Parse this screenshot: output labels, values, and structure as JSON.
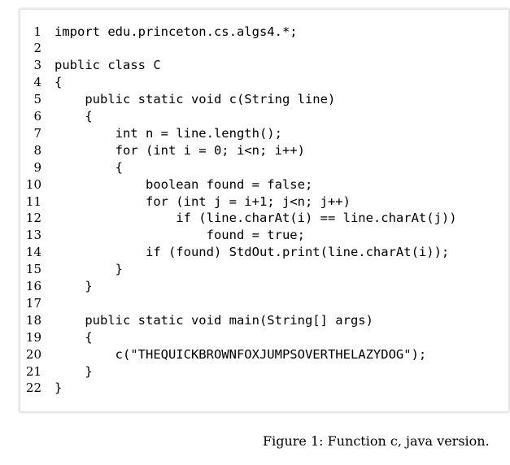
{
  "code": {
    "lines": [
      {
        "number": "1",
        "text": "import edu.princeton.cs.algs4.*;"
      },
      {
        "number": "2",
        "text": ""
      },
      {
        "number": "3",
        "text": "public class C"
      },
      {
        "number": "4",
        "text": "{"
      },
      {
        "number": "5",
        "text": "    public static void c(String line)"
      },
      {
        "number": "6",
        "text": "    {"
      },
      {
        "number": "7",
        "text": "        int n = line.length();"
      },
      {
        "number": "8",
        "text": "        for (int i = 0; i<n; i++)"
      },
      {
        "number": "9",
        "text": "        {"
      },
      {
        "number": "10",
        "text": "            boolean found = false;"
      },
      {
        "number": "11",
        "text": "            for (int j = i+1; j<n; j++)"
      },
      {
        "number": "12",
        "text": "                if (line.charAt(i) == line.charAt(j))"
      },
      {
        "number": "13",
        "text": "                    found = true;"
      },
      {
        "number": "14",
        "text": "            if (found) StdOut.print(line.charAt(i));"
      },
      {
        "number": "15",
        "text": "        }"
      },
      {
        "number": "16",
        "text": "    }"
      },
      {
        "number": "17",
        "text": ""
      },
      {
        "number": "18",
        "text": "    public static void main(String[] args)"
      },
      {
        "number": "19",
        "text": "    {"
      },
      {
        "number": "20",
        "text": "        c(\"THEQUICKBROWNFOXJUMPSOVERTHELAZYDOG\");"
      },
      {
        "number": "21",
        "text": "    }"
      },
      {
        "number": "22",
        "text": "}"
      }
    ]
  },
  "caption": "Figure 1: Function c, java version."
}
